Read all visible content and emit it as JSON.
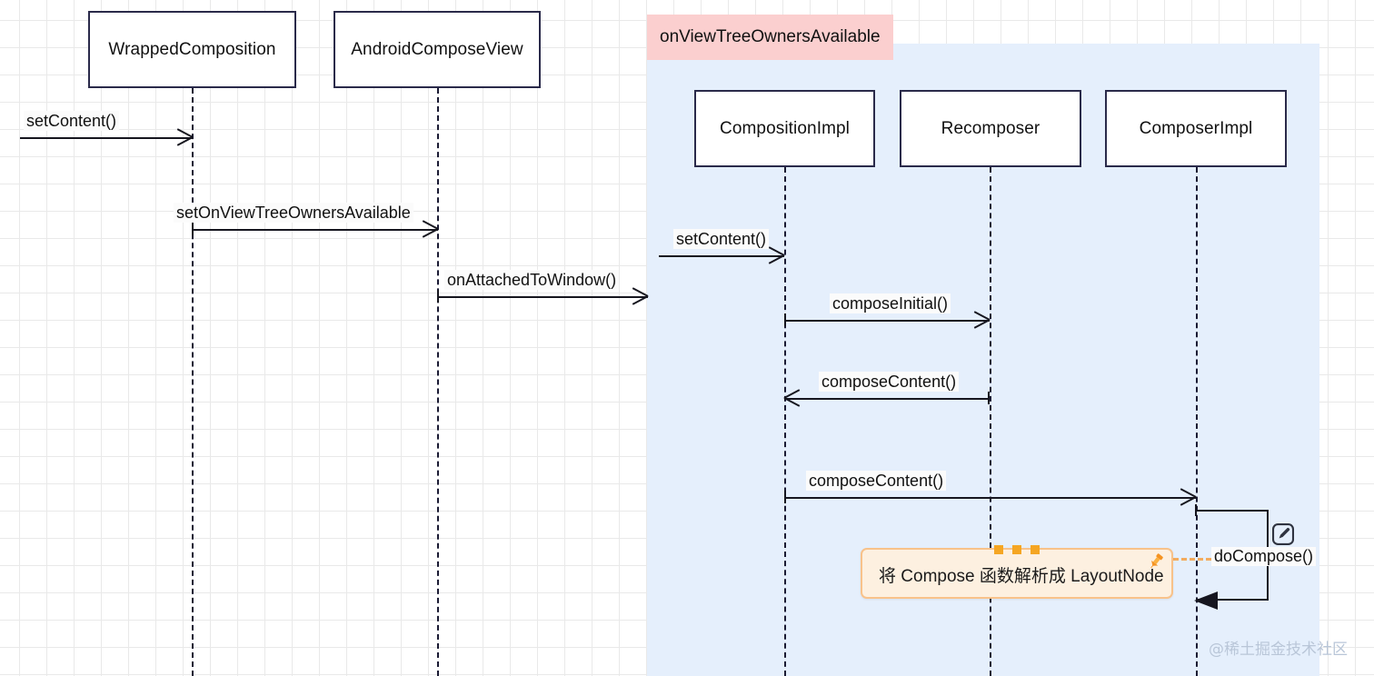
{
  "diagram": {
    "title": "Compose setContent sequence diagram",
    "watermark": "@稀土掘金技术社区",
    "colors": {
      "fragment_fill": "#e5effc",
      "fragment_label_fill": "#fbcfcf",
      "note_fill": "#fdf0e0",
      "note_border": "#f8c28a",
      "note_accent": "#f5a623",
      "line": "#16161f",
      "box_border": "#2a2a4a",
      "grid": "#e9e9e9"
    },
    "fragment": {
      "label": "onViewTreeOwnersAvailable"
    },
    "participants": [
      {
        "id": "wrapped-composition",
        "label": "WrappedComposition"
      },
      {
        "id": "android-compose-view",
        "label": "AndroidComposeView"
      },
      {
        "id": "composition-impl",
        "label": "CompositionImpl"
      },
      {
        "id": "recomposer",
        "label": "Recomposer"
      },
      {
        "id": "composer-impl",
        "label": "ComposerImpl"
      }
    ],
    "messages": [
      {
        "id": "msg-setcontent-entry",
        "label": "setContent()",
        "direction": "right"
      },
      {
        "id": "msg-setonviewtreeownersavailable",
        "label": "setOnViewTreeOwnersAvailable",
        "direction": "right"
      },
      {
        "id": "msg-onattachedtowindow",
        "label": "onAttachedToWindow()",
        "direction": "right"
      },
      {
        "id": "msg-setcontent-composition",
        "label": "setContent()",
        "direction": "right"
      },
      {
        "id": "msg-composeinitial",
        "label": "composeInitial()",
        "direction": "right"
      },
      {
        "id": "msg-composecontent-return",
        "label": "composeContent()",
        "direction": "left"
      },
      {
        "id": "msg-composecontent-composer",
        "label": "composeContent()",
        "direction": "right"
      },
      {
        "id": "msg-docompose",
        "label": "doCompose()",
        "direction": "self"
      }
    ],
    "note": {
      "text": "将 Compose 函数解析成 LayoutNode",
      "pin_icon": "pushpin-icon",
      "edit_icon": "edit-pencil-icon"
    }
  }
}
